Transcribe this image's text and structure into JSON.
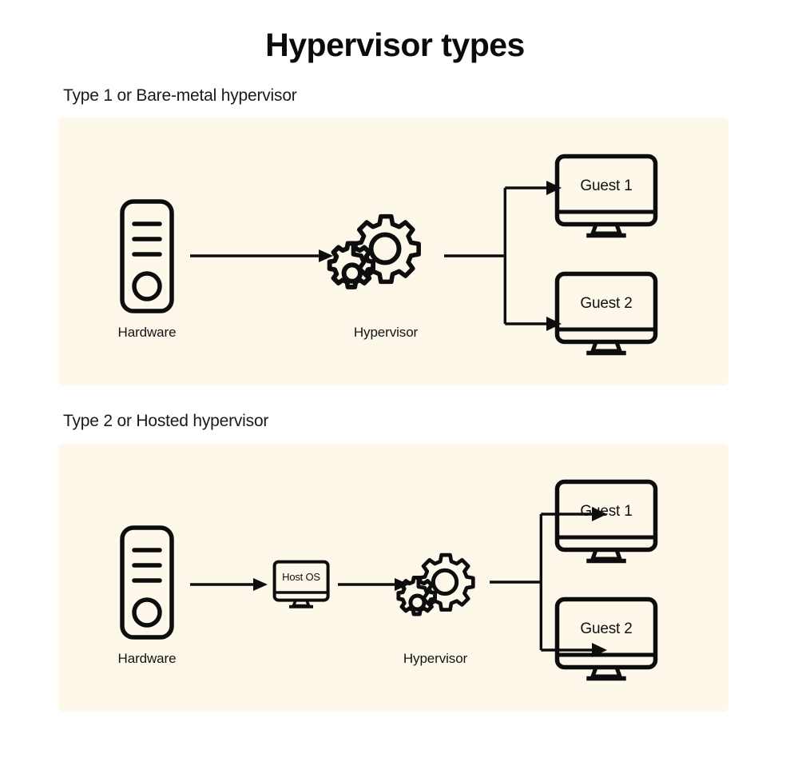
{
  "title": "Hypervisor types",
  "colors": {
    "page_background": "#ffffff",
    "panel_background": "#fdf8e9",
    "stroke": "#0d0d0d",
    "text": "#0d0d0d"
  },
  "sections": [
    {
      "id": "type-1",
      "label": "Type 1 or Bare-metal hypervisor",
      "nodes": {
        "hardware": {
          "label": "Hardware",
          "icon": "server-tower-icon"
        },
        "hypervisor": {
          "label": "Hypervisor",
          "icon": "gears-icon"
        },
        "guests": [
          {
            "label": "Guest 1",
            "icon": "monitor-icon"
          },
          {
            "label": "Guest 2",
            "icon": "monitor-icon"
          }
        ]
      },
      "flow": "Hardware -> Hypervisor -> (Guest 1, Guest 2)"
    },
    {
      "id": "type-2",
      "label": "Type 2 or Hosted hypervisor",
      "nodes": {
        "hardware": {
          "label": "Hardware",
          "icon": "server-tower-icon"
        },
        "host_os": {
          "label": "Host OS",
          "icon": "monitor-icon"
        },
        "hypervisor": {
          "label": "Hypervisor",
          "icon": "gears-icon"
        },
        "guests": [
          {
            "label": "Guest 1",
            "icon": "monitor-icon"
          },
          {
            "label": "Guest 2",
            "icon": "monitor-icon"
          }
        ]
      },
      "flow": "Hardware -> Host OS -> Hypervisor -> (Guest 1, Guest 2)"
    }
  ]
}
